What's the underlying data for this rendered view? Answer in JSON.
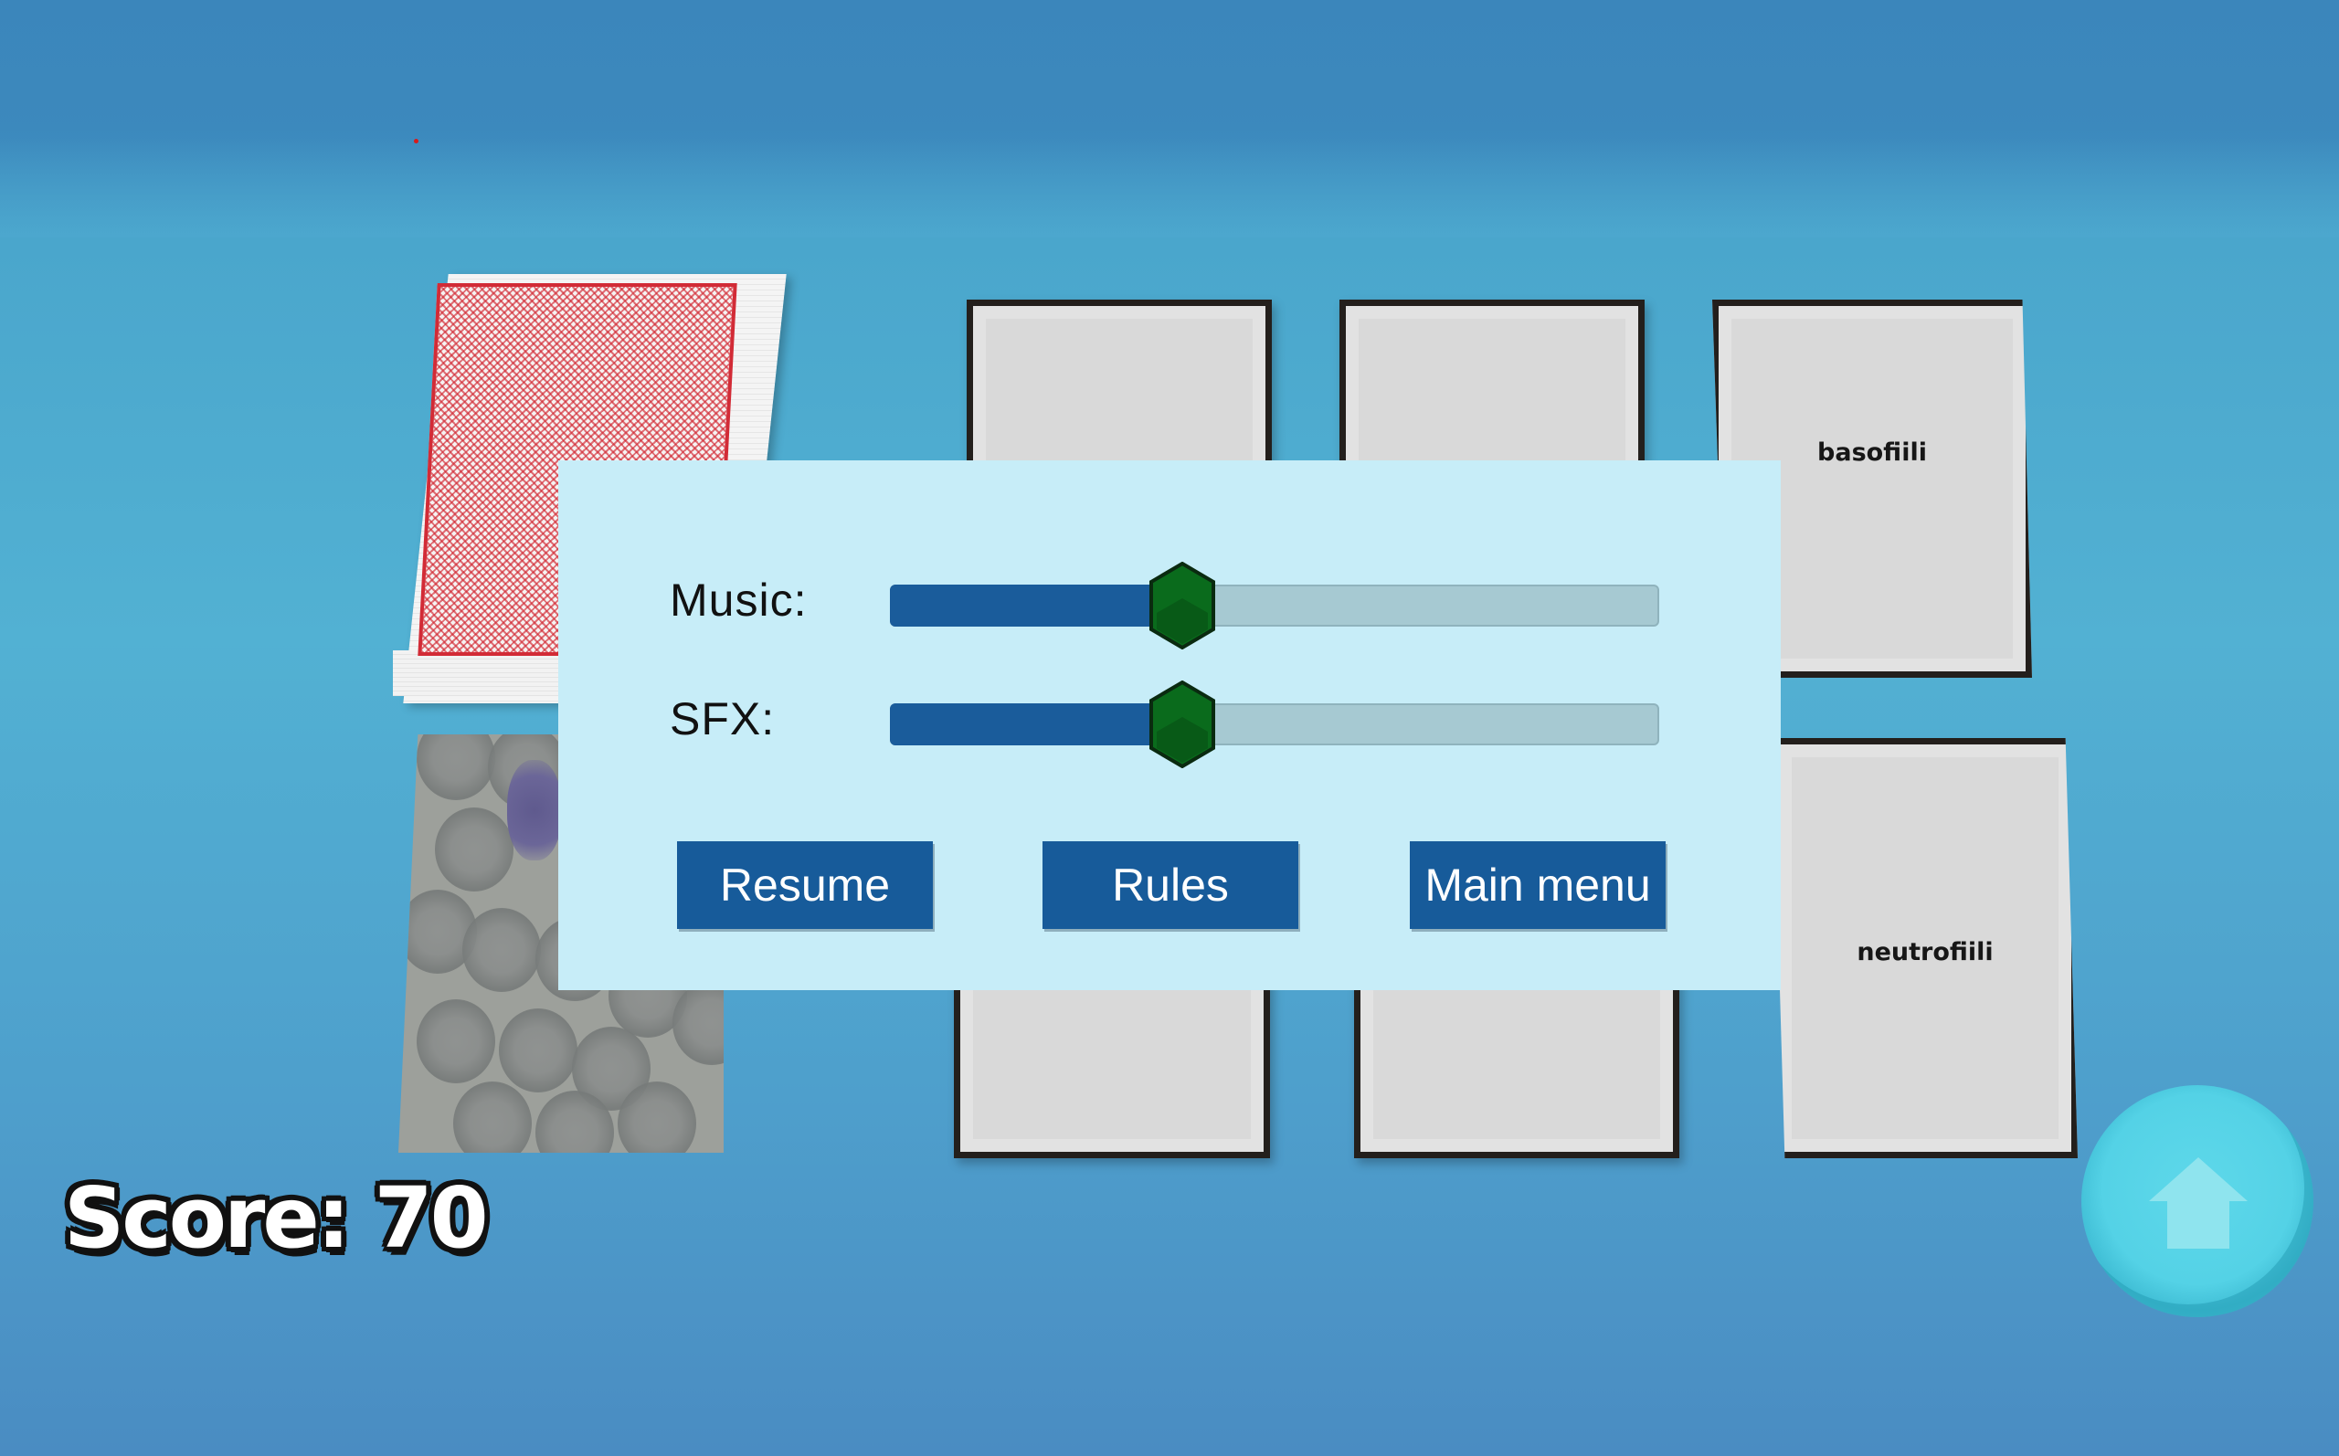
{
  "score": {
    "label": "Score:",
    "value": "70",
    "text": "Score: 70"
  },
  "cards": {
    "top_right_label": "basofiili",
    "bottom_right_label": "neutrofiili"
  },
  "settings": {
    "music": {
      "label": "Music:",
      "value_fraction": 0.38
    },
    "sfx": {
      "label": "SFX:",
      "value_fraction": 0.38
    },
    "buttons": {
      "resume": "Resume",
      "rules": "Rules",
      "main_menu": "Main menu"
    }
  },
  "icons": {
    "slider_handle": "green-hexagon-icon",
    "home": "home-icon",
    "deck": "card-deck-icon"
  },
  "colors": {
    "dialog_bg": "#c7edf8",
    "button_bg": "#175b9a",
    "slider_fill": "#1a5c9b",
    "slider_track": "#a6c9d2",
    "handle": "#0a6b1c",
    "home_button": "#54d2e6"
  }
}
